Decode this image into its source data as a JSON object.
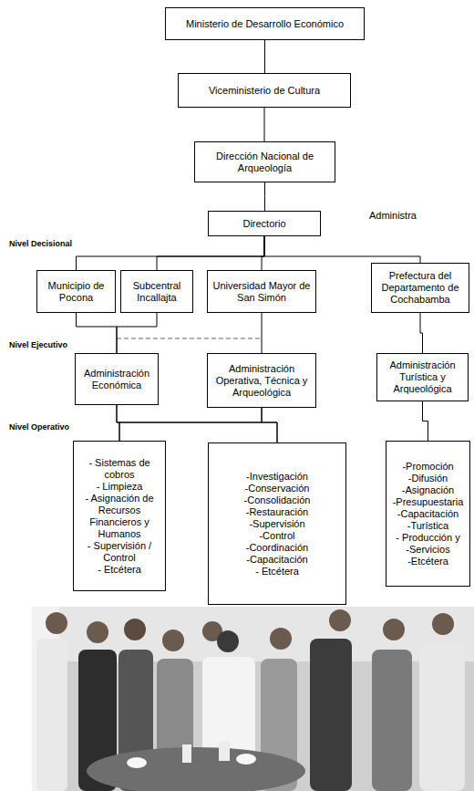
{
  "diagram": {
    "nodes": [
      {
        "text": [
          "Ministerio de Desarrollo Económico"
        ]
      },
      {
        "text": [
          "Viceministerio de Cultura"
        ]
      },
      {
        "text": [
          "Dirección Nacional de Arqueología"
        ]
      },
      {
        "text": [
          "Directorio"
        ]
      },
      {
        "text": [
          "Municipio de Pocona"
        ]
      },
      {
        "text": [
          "Subcentral Incallajta"
        ]
      },
      {
        "text": [
          "Universidad Mayor de San Simón"
        ]
      },
      {
        "text": [
          "Prefectura del Departamento de Cochabamba"
        ]
      },
      {
        "text": [
          "Administración Económica"
        ]
      },
      {
        "text": [
          "Administración Operativa, Técnica y Arqueológica"
        ]
      },
      {
        "text": [
          "Administración Turística y Arqueológica"
        ]
      },
      {
        "text": [
          "- Sistemas de cobros",
          "- Limpieza",
          "- Asignación de Recursos Financieros y Humanos",
          "- Supervisión / Control",
          "- Etcétera"
        ]
      },
      {
        "text": [
          "-Investigación",
          "-Conservación",
          "-Consolidación",
          "-Restauración",
          "-Supervisión",
          "-Control",
          "-Coordinación",
          "-Capacitación",
          "- Etcétera"
        ]
      },
      {
        "text": [
          "-Promoción",
          "-Difusión",
          "-Asignación",
          "-Presupuestaria",
          "-Capacitación",
          "-Turística",
          "- Producción y",
          "-Servicios",
          "-Etcétera"
        ]
      }
    ],
    "edges": [
      {
        "from": 0,
        "to": 1,
        "arrow": "none"
      },
      {
        "from": 1,
        "to": 2,
        "arrow": "none"
      },
      {
        "from": 2,
        "to": 3,
        "arrow": "none"
      },
      {
        "from": 3,
        "to": 4,
        "arrow": "none"
      },
      {
        "from": 3,
        "to": 5,
        "arrow": "none"
      },
      {
        "from": 3,
        "to": 6,
        "arrow": "none"
      },
      {
        "from": 3,
        "to": 7,
        "arrow": "none"
      },
      {
        "from": 4,
        "to": 8,
        "arrow": "none"
      },
      {
        "from": 5,
        "to": 8,
        "arrow": "none"
      },
      {
        "from": 6,
        "to": 9,
        "arrow": "none"
      },
      {
        "from": 7,
        "to": 10,
        "arrow": "none"
      },
      {
        "from": 8,
        "to": 11,
        "arrow": "none"
      },
      {
        "from": 8,
        "to": 12,
        "arrow": "none"
      },
      {
        "from": 9,
        "to": 11,
        "arrow": "none"
      },
      {
        "from": 9,
        "to": 12,
        "arrow": "none"
      },
      {
        "from": 10,
        "to": 13,
        "arrow": "none"
      }
    ],
    "labels": [
      "Administra",
      "Nivel Decisional",
      "Nivel Ejecutivo",
      "Nivel Operativo"
    ]
  }
}
